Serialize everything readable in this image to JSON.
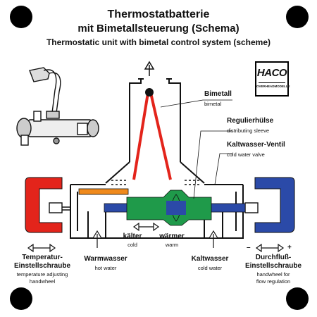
{
  "title": {
    "line1": "Thermostatbatterie",
    "line2": "mit Bimetallsteuerung (Schema)",
    "english": "Thermostatic unit with bimetal control system (scheme)"
  },
  "logo": {
    "text": "HACO",
    "subtext": "OVERHEADMODELLE"
  },
  "labels": {
    "bimetal": {
      "de": "Bimetall",
      "en": "bimetal"
    },
    "sleeve": {
      "de": "Regulierhülse",
      "en": "distributing sleeve"
    },
    "valve": {
      "de": "Kaltwasser-Ventil",
      "en": "cold water valve"
    },
    "colder": {
      "de": "kälter",
      "en": "cold"
    },
    "warmer": {
      "de": "wärmer",
      "en": "warm"
    },
    "temp": {
      "de1": "Temperatur-",
      "de2": "Einstellschraube",
      "en1": "temperature adjusting",
      "en2": "handwheel"
    },
    "hot": {
      "de": "Warmwasser",
      "en": "hot water"
    },
    "cold": {
      "de": "Kaltwasser",
      "en": "cold water"
    },
    "flow": {
      "de1": "Durchfluß-",
      "de2": "Einstellschraube",
      "en1": "handwheel for",
      "en2": "flow regulation"
    },
    "flow_minus": "–",
    "flow_plus": "+"
  },
  "colors": {
    "hot": "#e3241b",
    "cold": "#2b4aa8",
    "sleeve": "#1f9a4a",
    "nut": "#f08a1c",
    "line": "#111111"
  }
}
